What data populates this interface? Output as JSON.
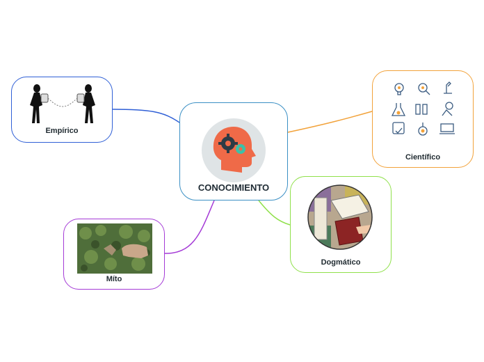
{
  "central": {
    "label": "CONOCIMIENTO",
    "icon": "head-gears-icon"
  },
  "branches": {
    "empirico": {
      "label": "Empírico",
      "icon": "people-talking-icon"
    },
    "cientifico": {
      "label": "Científico",
      "icon": "science-icons-grid"
    },
    "dogmatico": {
      "label": "Dogmático",
      "icon": "scriptures-books-icon"
    },
    "mito": {
      "label": "Míto",
      "icon": "carved-stone-relief-photo"
    }
  },
  "colors": {
    "central_border": "#3a8fc4",
    "empirico": "#2f5fd6",
    "cientifico": "#f2a23a",
    "dogmatico": "#8fe04a",
    "mito": "#a43ad6"
  }
}
